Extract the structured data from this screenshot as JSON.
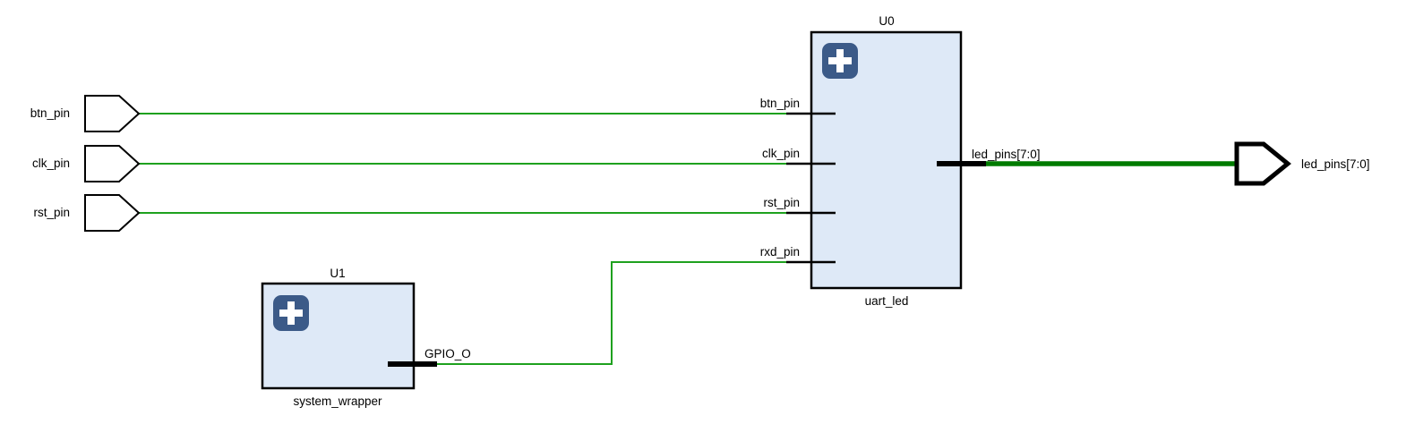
{
  "canvas": {
    "background": "#FFFFFF"
  },
  "colors": {
    "net_wire": "#1EA11E",
    "bus_wire": "#007B00",
    "block_fill": "#DEE9F7",
    "block_border": "#000000",
    "expand_icon_bg": "#3B5A88",
    "expand_icon_glyph": "#FFFFFF",
    "pin_stub": "#000000",
    "label_text": "#000000"
  },
  "external_ports": {
    "inputs": [
      {
        "name": "btn_pin"
      },
      {
        "name": "clk_pin"
      },
      {
        "name": "rst_pin"
      }
    ],
    "outputs": [
      {
        "name": "led_pins[7:0]",
        "bus": true
      }
    ]
  },
  "blocks": [
    {
      "instance": "U0",
      "module": "uart_led",
      "expand_icon": "plus-icon",
      "pins_left": [
        "btn_pin",
        "clk_pin",
        "rst_pin",
        "rxd_pin"
      ],
      "pins_right": [
        "led_pins[7:0]"
      ]
    },
    {
      "instance": "U1",
      "module": "system_wrapper",
      "expand_icon": "plus-icon",
      "pins_left": [],
      "pins_right": [
        "GPIO_O"
      ]
    }
  ],
  "nets": [
    {
      "from": "btn_pin",
      "to": "U0.btn_pin",
      "bus": false
    },
    {
      "from": "clk_pin",
      "to": "U0.clk_pin",
      "bus": false
    },
    {
      "from": "rst_pin",
      "to": "U0.rst_pin",
      "bus": false
    },
    {
      "from": "U1.GPIO_O",
      "to": "U0.rxd_pin",
      "bus": false
    },
    {
      "from": "U0.led_pins[7:0]",
      "to": "led_pins[7:0]",
      "bus": true
    }
  ]
}
